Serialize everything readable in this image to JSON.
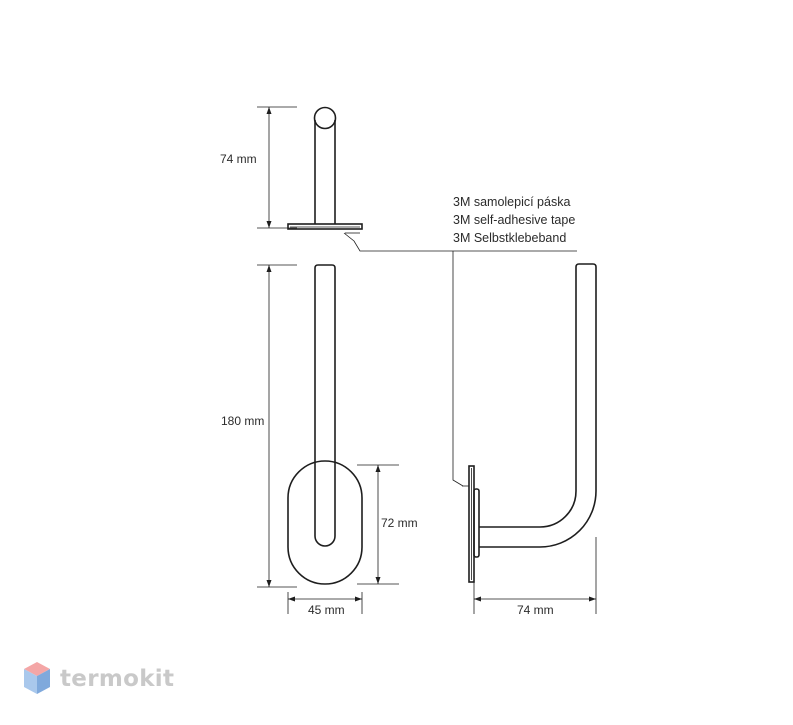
{
  "dimensions": {
    "top_height": "74 mm",
    "total_height": "180 mm",
    "plate_height": "72 mm",
    "plate_width": "45 mm",
    "depth": "74 mm"
  },
  "tape_note": {
    "line_cz": "3M samolepicí páska",
    "line_en": "3M self-adhesive tape",
    "line_de": "3M Selbstklebeband"
  },
  "watermark": {
    "brand": "termokit",
    "colors": {
      "top": "#f4a6a6",
      "left": "#a9c8ec",
      "right": "#7fa9dc"
    }
  }
}
